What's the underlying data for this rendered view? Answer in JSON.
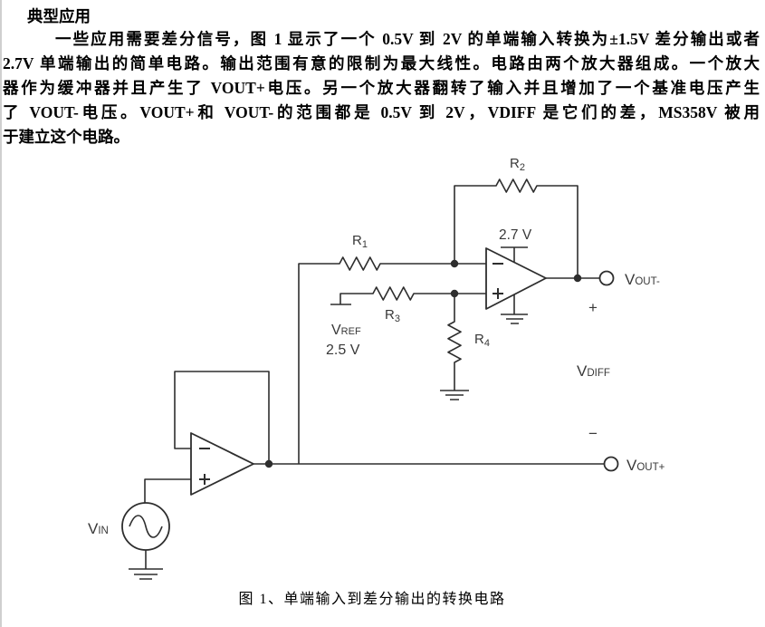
{
  "page": {
    "heading": "典型应用",
    "paragraph_lines": [
      "一些应用需要差分信号，图 1 显示了一个 0.5V 到 2V 的单端输入转换为±1.5V 差分输出或者",
      "2.7V 单端输出的简单电路。输出范围有意的限制为最大线性。电路由两个放大器组成。一个放大",
      "器作为缓冲器并且产生了 VOUT+电压。另一个放大器翻转了输入并且增加了一个基准电压产生",
      "了 VOUT-电压。VOUT+和 VOUT-的范围都是 0.5V 到 2V，VDIFF 是它们的差，MS358V 被用",
      "于建立这个电路。"
    ],
    "caption": "图 1、单端输入到差分输出的转换电路"
  },
  "schematic": {
    "labels": {
      "r1": {
        "main": "R",
        "sub": "1"
      },
      "r2": {
        "main": "R",
        "sub": "2"
      },
      "r3": {
        "main": "R",
        "sub": "3"
      },
      "r4": {
        "main": "R",
        "sub": "4"
      },
      "supply": "2.7 V",
      "vref": {
        "main": "V",
        "sub": "REF"
      },
      "vref_value": "2.5 V",
      "vin": {
        "main": "V",
        "sub": "IN"
      },
      "vout_minus": {
        "main": "V",
        "sub": "OUT-"
      },
      "vout_plus": {
        "main": "V",
        "sub": "OUT+"
      },
      "vdiff": {
        "main": "V",
        "sub": "DIFF"
      },
      "polarity_plus": "+",
      "polarity_minus": "−"
    },
    "colors": {
      "wire": "#2e2e2e",
      "label": "#383838",
      "text": "#000000"
    }
  }
}
